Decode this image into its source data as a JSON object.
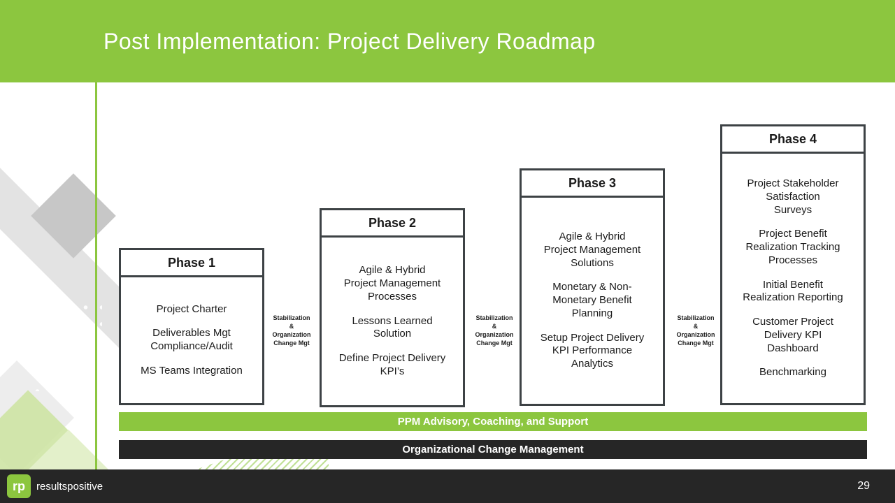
{
  "colors": {
    "green": "#8CC63F",
    "dark": "#262626",
    "border": "#3D4245",
    "text": "#1A1A1A"
  },
  "header": {
    "title": "Post Implementation: Project Delivery Roadmap"
  },
  "phases": [
    {
      "label": "Phase 1",
      "items": [
        "Project Charter",
        "Deliverables Mgt\nCompliance/Audit",
        "MS Teams Integration"
      ]
    },
    {
      "label": "Phase 2",
      "items": [
        "Agile & Hybrid\nProject Management\nProcesses",
        "Lessons Learned\nSolution",
        "Define Project Delivery\nKPI’s"
      ]
    },
    {
      "label": "Phase 3",
      "items": [
        "Agile & Hybrid\nProject Management\nSolutions",
        "Monetary & Non-\nMonetary Benefit\nPlanning",
        "Setup Project Delivery\nKPI Performance\nAnalytics"
      ]
    },
    {
      "label": "Phase 4",
      "items": [
        "Project Stakeholder\nSatisfaction\nSurveys",
        "Project Benefit\nRealization Tracking\nProcesses",
        "Initial Benefit\nRealization Reporting",
        "Customer Project\nDelivery KPI\nDashboard",
        "Benchmarking"
      ]
    }
  ],
  "connector_label": "Stabilization\n&\nOrganization\nChange Mgt",
  "bars": {
    "ppm": "PPM Advisory, Coaching, and Support",
    "ocm": "Organizational Change Management"
  },
  "footer": {
    "logo_mark": "rp",
    "brand": "resultspositive",
    "page_number": "29"
  }
}
